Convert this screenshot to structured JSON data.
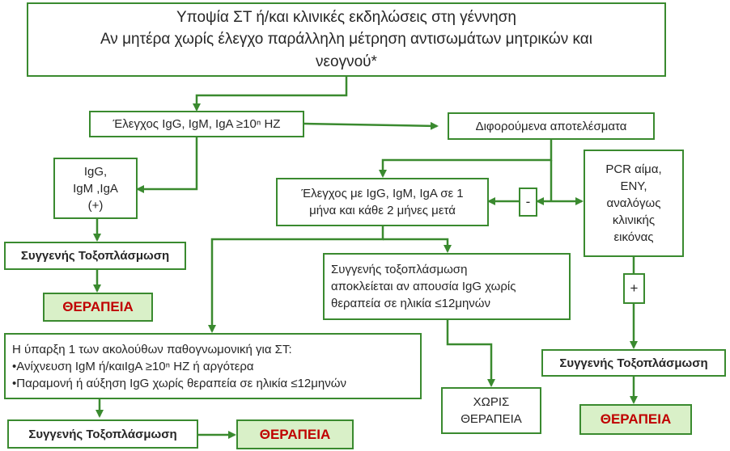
{
  "boxes": {
    "top": {
      "lines": [
        "Υποψία ΣΤ ή/και κλινικές εκδηλώσεις στη γέννηση",
        "Αν μητέρα χωρίς έλεγχο παράλληλη μέτρηση αντισωμάτων μητρικών και",
        "νεογνού*"
      ]
    },
    "test_initial": {
      "text": "Έλεγχος IgG, IgM, IgA ≥10ⁿ HZ"
    },
    "differing_results": {
      "text": "Διφορούμενα αποτελέσματα"
    },
    "positive_igs": {
      "lines": [
        "IgG,",
        "IgM ,IgA",
        "(+)"
      ]
    },
    "followup_test": {
      "lines": [
        "Έλεγχος με IgG, IgM, IgA σε 1",
        "μήνα και κάθε 2 μήνες μετά"
      ]
    },
    "minus": {
      "text": "-"
    },
    "pcr": {
      "lines": [
        "PCR αίμα,",
        "ΕΝΥ,",
        "αναλόγως",
        "κλινικής",
        "εικόνας"
      ]
    },
    "congenital_left": {
      "text": "Συγγενής Τοξοπλάσμωση"
    },
    "therapy_left": {
      "text": "ΘΕΡΑΠΕΙΑ"
    },
    "excluded": {
      "lines": [
        "Συγγενής τοξοπλάσμωση",
        "αποκλείεται αν απουσία IgG χωρίς",
        "θεραπεία σε ηλικία ≤12μηνών"
      ]
    },
    "plus": {
      "text": "+"
    },
    "pathognomonic": {
      "lines": [
        "Η ύπαρξη 1 των ακολούθων παθογνωμονική για ΣΤ:",
        "•Ανίχνευση IgM ή/καιIgA ≥10ⁿ HZ ή αργότερα",
        "•Παραμονή ή αύξηση IgG χωρίς θεραπεία σε ηλικία ≤12μηνών"
      ]
    },
    "congenital_right": {
      "text": "Συγγενής Τοξοπλάσμωση"
    },
    "no_therapy": {
      "lines": [
        "ΧΩΡΙΣ",
        "ΘΕΡΑΠΕΙΑ"
      ]
    },
    "therapy_right": {
      "text": "ΘΕΡΑΠΕΙΑ"
    },
    "congenital_bottom": {
      "text": "Συγγενής Τοξοπλάσμωση"
    },
    "therapy_bottom": {
      "text": "ΘΕΡΑΠΕΙΑ"
    }
  },
  "colors": {
    "border": "#3a8a2f",
    "arrow": "#3a8a2f",
    "therapy_fill": "#d9f0c8",
    "therapy_text": "#c00000",
    "text": "#262626"
  }
}
